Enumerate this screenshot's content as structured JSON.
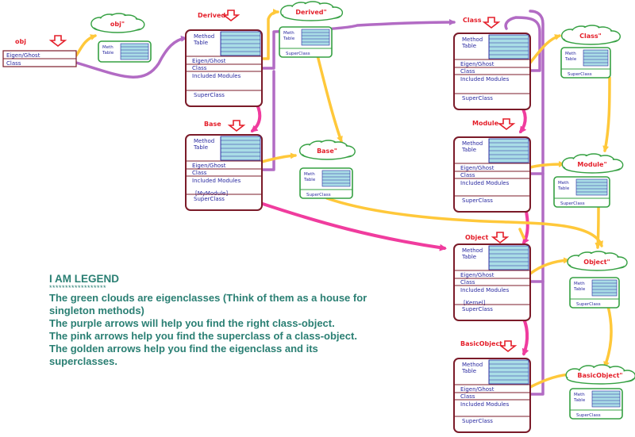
{
  "colors": {
    "purple": "#b26bc4",
    "pink": "#f03c9e",
    "gold": "#ffc83a",
    "box_border": "#7b1b29",
    "cloud_border": "#35a042",
    "table_fill": "#a9dde6",
    "title_red": "#e41f2a",
    "box_text": "#2a2aa0",
    "legend_text": "#2a7f73"
  },
  "obj": {
    "title": "obj",
    "rows": [
      "Eigen/Ghost",
      "Class"
    ]
  },
  "class_boxes": [
    {
      "id": "derived",
      "title": "Derived",
      "method_table": [
        "Method",
        "Table"
      ],
      "rows": [
        "Eigen/Ghost",
        "Class",
        "Included Modules"
      ],
      "extra": "",
      "superclass": "SuperClass"
    },
    {
      "id": "base",
      "title": "Base",
      "method_table": [
        "Method",
        "Table"
      ],
      "rows": [
        "Eigen/Ghost",
        "Class",
        "Included Modules"
      ],
      "extra": "[MyModule]",
      "superclass": "SuperClass"
    },
    {
      "id": "class",
      "title": "Class",
      "method_table": [
        "Method",
        "Table"
      ],
      "rows": [
        "Eigen/Ghost",
        "Class",
        "Included Modules"
      ],
      "extra": "",
      "superclass": "SuperClass"
    },
    {
      "id": "module",
      "title": "Module",
      "method_table": [
        "Method",
        "Table"
      ],
      "rows": [
        "Eigen/Ghost",
        "Class",
        "Included Modules"
      ],
      "extra": "",
      "superclass": "SuperClass"
    },
    {
      "id": "object",
      "title": "Object",
      "method_table": [
        "Method",
        "Table"
      ],
      "rows": [
        "Eigen/Ghost",
        "Class",
        "Included Modules"
      ],
      "extra": "[Kernel]",
      "superclass": "SuperClass"
    },
    {
      "id": "basicobject",
      "title": "BasicObject",
      "method_table": [
        "Method",
        "Table"
      ],
      "rows": [
        "Eigen/Ghost",
        "Class",
        "Included Modules"
      ],
      "extra": "",
      "superclass": "SuperClass"
    }
  ],
  "eigenclasses": [
    {
      "id": "obj",
      "title": "obj\"",
      "table": [
        "Meth",
        "Table"
      ],
      "superclass": ""
    },
    {
      "id": "derived",
      "title": "Derived\"",
      "table": [
        "Meth",
        "Table"
      ],
      "superclass": "SuperClass"
    },
    {
      "id": "base",
      "title": "Base\"",
      "table": [
        "Meth",
        "Table"
      ],
      "superclass": "SuperClass"
    },
    {
      "id": "class",
      "title": "Class\"",
      "table": [
        "Meth",
        "Table"
      ],
      "superclass": "SuperClass"
    },
    {
      "id": "module",
      "title": "Module\"",
      "table": [
        "Meth",
        "Table"
      ],
      "superclass": "SuperClass"
    },
    {
      "id": "object",
      "title": "Object\"",
      "table": [
        "Meth",
        "Table"
      ],
      "superclass": "SuperClass"
    },
    {
      "id": "basicobject",
      "title": "BasicObject\"",
      "table": [
        "Meth",
        "Table"
      ],
      "superclass": "SuperClass"
    }
  ],
  "legend": {
    "title": "I AM LEGEND",
    "stars": "******************",
    "lines": [
      "The green clouds are eigenclasses (Think of them as a house for",
      "singleton methods)",
      "The purple arrows will help you find the right class-object.",
      "The pink arrows help you find the superclass of a class-object.",
      "The golden arrows help you find the eigenclass and its",
      "superclasses."
    ]
  }
}
